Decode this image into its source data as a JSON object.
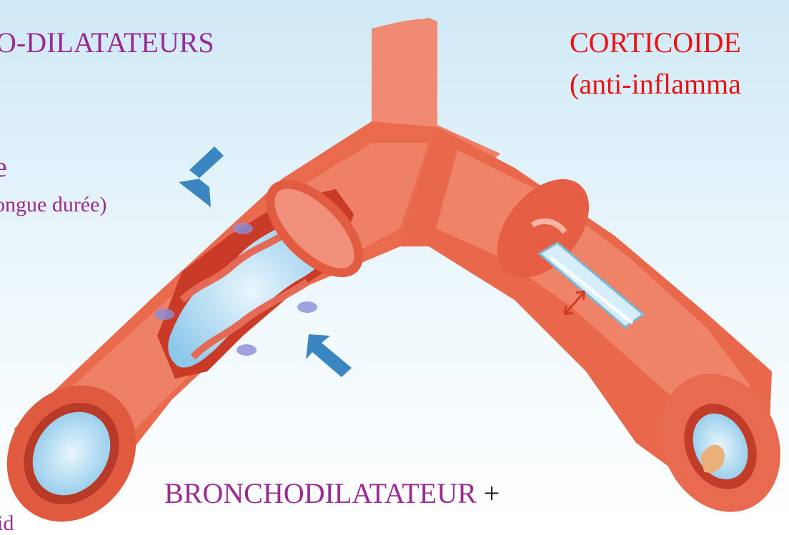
{
  "labels": {
    "top_left": "O-DILATATEURS",
    "top_right_1": "CORTICOIDE",
    "top_right_2": "(anti-inflamma",
    "left_1": "e",
    "left_2": "ongue durée)",
    "bottom_center": "BRONCHODILATATEUR",
    "bottom_center_plus": " +",
    "bottom_left": "id"
  },
  "colors": {
    "purple": "#9b2a94",
    "red": "#ee1111",
    "bronchus": "#e85a3c",
    "bronchus_light": "#f2917a",
    "lumen": "#a9d8f0",
    "arrow": "#3a86c0",
    "sky_top": "#cfe9f6",
    "sky_bottom": "#ffffff"
  }
}
